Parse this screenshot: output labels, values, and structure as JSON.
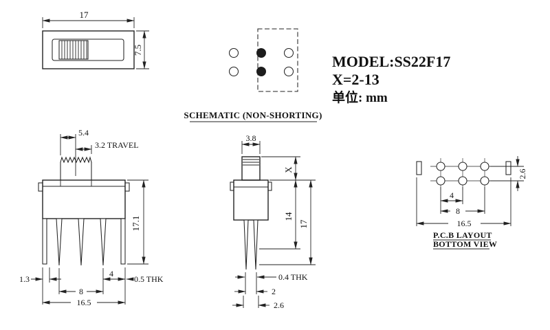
{
  "title_block": {
    "model": "MODEL:SS22F17",
    "x_range": "X=2-13",
    "units": "单位: mm"
  },
  "top_view": {
    "dim_length": "17",
    "dim_height": "7.5"
  },
  "schematic": {
    "caption": "SCHEMATIC (NON-SHORTING)"
  },
  "front_view": {
    "dim_knob_width": "5.4",
    "dim_travel": "3.2 TRAVEL",
    "dim_height": "17.1",
    "dim_edge_to_pin": "1.3",
    "dim_pin_span": "8",
    "dim_pin_to_bracket": "4",
    "dim_bracket_thk": "0.5 THK",
    "dim_body_width": "16.5"
  },
  "side_view": {
    "dim_knob_depth": "3.8",
    "dim_knob_height": "X",
    "dim_upper": "14",
    "dim_total": "17",
    "dim_pin_thk": "0.4 THK",
    "dim_pin_pitch": "2",
    "dim_pin_span": "2.6"
  },
  "pcb_layout": {
    "dim_row_pitch": "2.6",
    "dim_col_pitch": "4",
    "dim_col_span": "8",
    "dim_overall": "16.5",
    "caption_line1": "P.C.B LAYOUT",
    "caption_line2": "BOTTOM VIEW"
  }
}
